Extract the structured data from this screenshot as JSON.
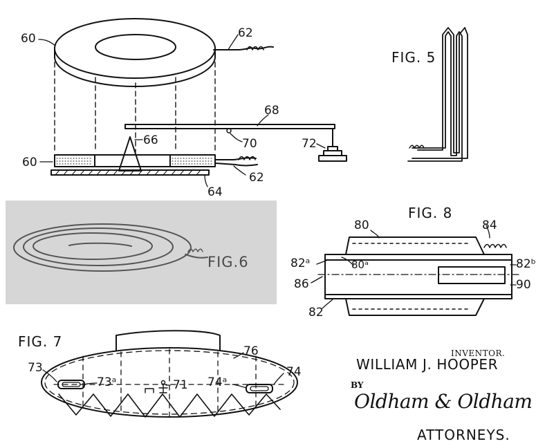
{
  "figures": {
    "fig5": "FIG. 5",
    "fig6": "FIG.6",
    "fig7": "FIG. 7",
    "fig8": "FIG. 8"
  },
  "refs": {
    "r60a": "60",
    "r62a": "62",
    "r68": "68",
    "r66": "66",
    "r70": "70",
    "r72": "72",
    "r60b": "60",
    "r62b": "62",
    "r64": "64",
    "r80": "80",
    "r84": "84",
    "r82a": "82ᵃ",
    "r80a": "80ᵃ",
    "r82b": "82ᵇ",
    "r86": "86",
    "r90": "90",
    "r82": "82",
    "r76": "76",
    "r73": "73",
    "r73a": "73ᵃ",
    "r71": "71",
    "r74a": "74ᵃ",
    "r74": "74"
  },
  "signature": {
    "inventor_tag": "INVENTOR.",
    "inventor_name": "WILLIAM J. HOOPER",
    "by": "BY",
    "attorney_signature": "Oldham & Oldham",
    "attorneys": "ATTORNEYS."
  }
}
